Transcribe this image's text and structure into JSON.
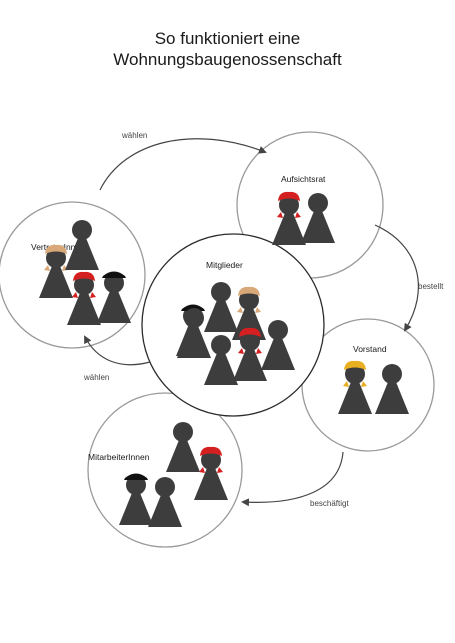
{
  "title": {
    "line1": "So funktioniert eine",
    "line2": "Wohnungsbaugenossenschaft"
  },
  "groups": {
    "aufsichtsrat": "Aufsichtsrat",
    "vertreter": "VertreterInnen",
    "mitglieder": "Mitglieder",
    "vorstand": "Vorstand",
    "mitarbeiter": "MitarbeiterInnen"
  },
  "arrows": {
    "waehlen_top": "wählen",
    "bestellt": "bestellt",
    "waehlen_left": "wählen",
    "beschaeftigt": "beschäftigt"
  },
  "colors": {
    "figure": "#3d3d3d",
    "circle_stroke": "#9a9a9a",
    "arrow": "#444444",
    "hair_blonde": "#e8b020",
    "hair_brown": "#d9a878",
    "hair_red": "#d42020",
    "hat_black": "#111111"
  },
  "icons": [
    "pawn-figure-icon",
    "arrow-icon"
  ]
}
